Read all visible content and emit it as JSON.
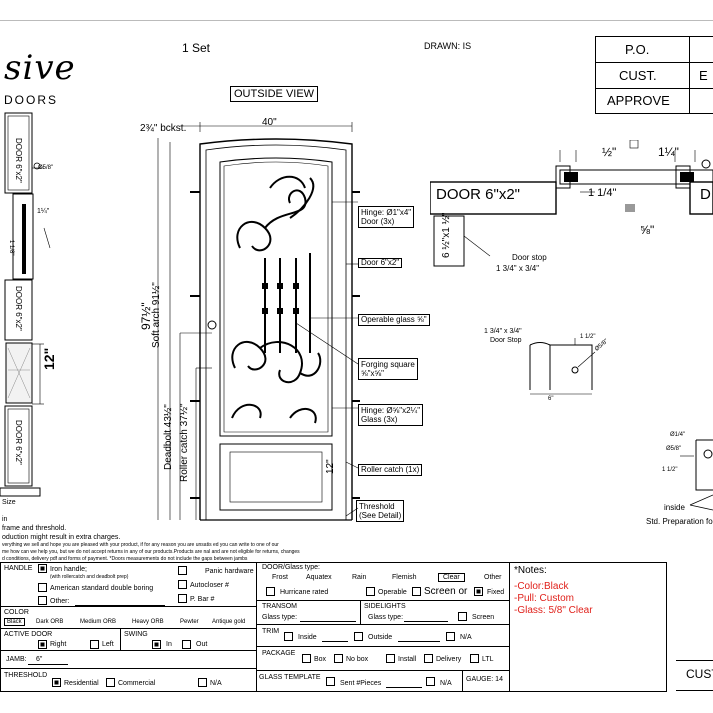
{
  "header": {
    "brand_script": "sive",
    "brand_sub": "DOORS",
    "qty": "1 Set",
    "drawn": "DRAWN: IS",
    "po_label": "P.O.",
    "cust_label": "CUST.",
    "cust_value": "E",
    "approve_label": "APPROVE"
  },
  "elevation": {
    "view_label": "OUTSIDE VIEW",
    "width_dim": "40\"",
    "bckst": "2¾\" bckst.",
    "height_dim": "97½\"",
    "soft_arch": "Soft arch 91½\"",
    "deadbolt": "Deadbolt 43½\"",
    "roller_catch_h": "Roller catch 37½\"",
    "kick_dim": "12\"",
    "callouts": [
      "Hinge: Ø1\"x4\"",
      "Door (3x)",
      "Door 6\"x2\"",
      "Operable glass ⅝\"",
      "Forging square",
      "⅝\"x⅝\"",
      "Hinge: Ø⅝\"x2¼\"",
      "Glass (3x)",
      "Roller catch  (1x)",
      "Threshold",
      "(See Detail)"
    ]
  },
  "left_section": {
    "labels": [
      "DOOR 6\"x2\"",
      "DOOR 6\"x2\"",
      "DOOR 6\"x2\"",
      "1¼\"",
      "12\"",
      "Ø5/8\"",
      "1 1/8\"",
      "Size"
    ]
  },
  "plan_detail": {
    "door_label": "DOOR 6\"x2\"",
    "door_label_2": "D",
    "dim_half": "½\"",
    "dim_1q": "1¼\"",
    "dim_114": "1 1/4\"",
    "dim_58": "⅝\"",
    "side_label": "6 ½\"x1 ½\"",
    "door_stop": "Door stop",
    "door_stop_size": "1 3/4\" x 3/4\""
  },
  "hardware_detail": {
    "stop_label": "1 3/4\" x 3/4\"",
    "stop_label_2": "Door Stop",
    "d1": "1 1/2\"",
    "d2": "Ø5/8\"",
    "d3": "6\""
  },
  "std_detail": {
    "d1": "Ø1/4\"",
    "d2": "Ø5/8\"",
    "d3": "1 1/2\"",
    "inside": "inside",
    "caption": "Std. Preparation fo"
  },
  "notes_text": [
    "in",
    "frame and threshold.",
    "oduction might result in extra charges.",
    "verything we sell and hope you are pleased with your product, if for any reason you are unsatis   ed you can write to one of our",
    "me how can we help you, but we do not accept returns in any of our products.Products are     nal and are not eligible for returns, changes",
    "d conditions, delivery pdf and forms of payment. *Doors measurements do not include the gaps between jambs"
  ],
  "form": {
    "handle_label": "HANDLE",
    "handle_iron": "Iron handle;",
    "handle_iron_sub": "(with rollercatch and deadbolt prep)",
    "handle_american": "American standard double boring",
    "handle_other": "Other:",
    "panic": "Panic hardware",
    "autocloser": "Autocloser #",
    "pbar": "P. Bar #",
    "color_label": "COLOR",
    "colors": [
      "Black",
      "Dark ORB",
      "Medium ORB",
      "Heavy ORB",
      "Pewter",
      "Antique gold"
    ],
    "active_door": "ACTIVE DOOR",
    "right": "Right",
    "left": "Left",
    "swing": "SWING",
    "in": "In",
    "out": "Out",
    "jamb": "JAMB:",
    "jamb_value": "6\"",
    "threshold": "THRESHOLD",
    "residential": "Residential",
    "commercial": "Commercial",
    "na": "N/A",
    "glass_type_label": "DOOR/Glass type:",
    "glass_types": [
      "Frost",
      "Aquatex",
      "Rain",
      "Flemish",
      "Clear",
      "Other"
    ],
    "hurricane": "Hurricane rated",
    "operable": "Operable",
    "screen_or": "Screen or",
    "fixed": "Fixed",
    "transom": "TRANSOM",
    "sidelights": "SIDELIGHTS",
    "glass_type": "Glass type:",
    "screen": "Screen",
    "trim": "TRIM",
    "inside": "Inside",
    "outside": "Outside",
    "package": "PACKAGE",
    "box": "Box",
    "no_box": "No box",
    "install": "Install",
    "delivery": "Delivery",
    "ltl": "LTL",
    "glass_template": "GLASS TEMPLATE",
    "sent_pieces": "Sent #Pieces",
    "gauge": "GAUGE: 14"
  },
  "notes_box": {
    "title": "*Notes:",
    "lines": [
      "-Color:Black",
      "-Pull: Custom",
      "-Glass: 5/8\" Clear"
    ],
    "color": "#e0211b"
  },
  "footer": {
    "cust": "CUST"
  }
}
